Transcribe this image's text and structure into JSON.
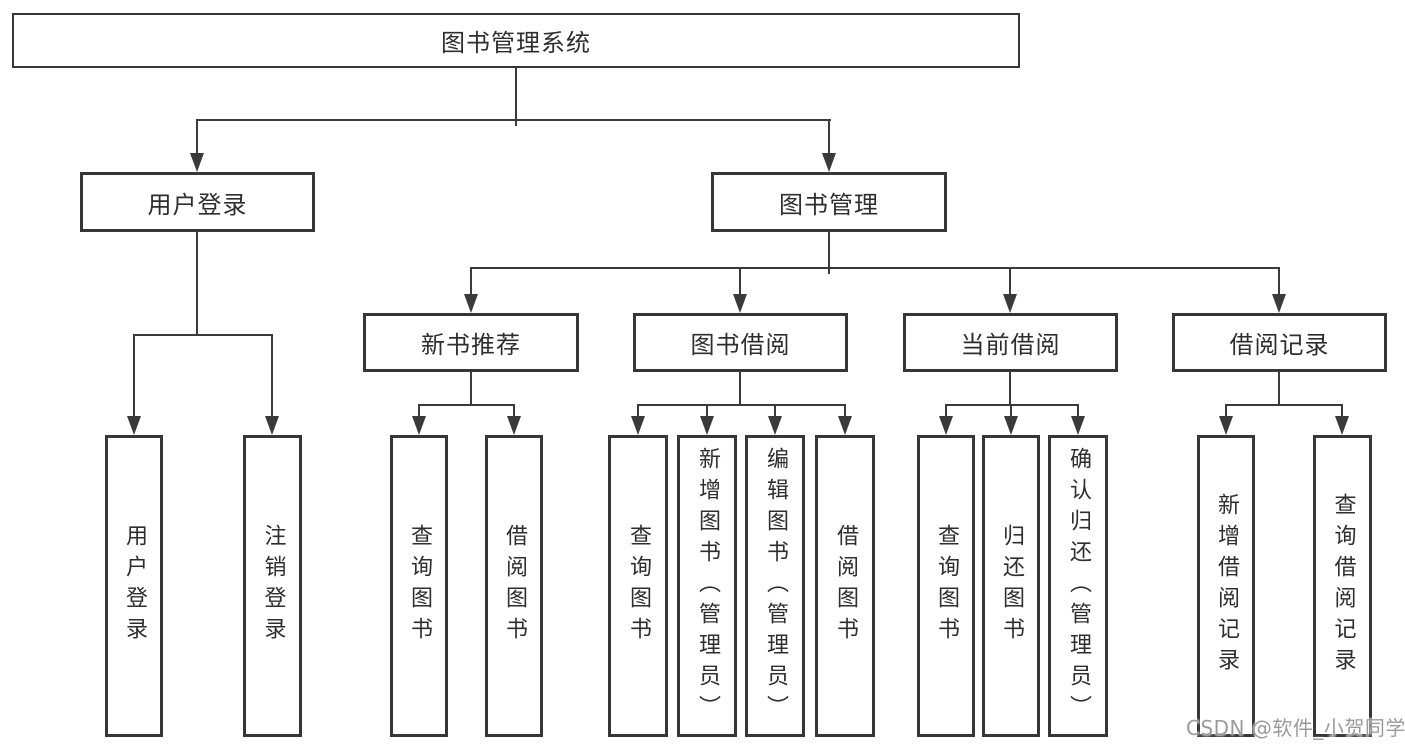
{
  "diagram_title": "图书管理系统",
  "watermark": {
    "text": "CSDN @软件_小贺同学",
    "color": "#9b9b9b"
  },
  "colors": {
    "line": "#3a3a3a",
    "box_border": "#363636",
    "box_fill": "#ffffff",
    "text": "#2e2e2e",
    "background": "#ffffff"
  },
  "tree": {
    "root": {
      "label": "图书管理系统",
      "children": [
        {
          "label": "用户登录",
          "children": [
            {
              "label": "用户登录"
            },
            {
              "label": "注销登录"
            }
          ]
        },
        {
          "label": "图书管理",
          "children": [
            {
              "label": "新书推荐",
              "children": [
                {
                  "label": "查询图书"
                },
                {
                  "label": "借阅图书"
                }
              ]
            },
            {
              "label": "图书借阅",
              "children": [
                {
                  "label": "查询图书"
                },
                {
                  "label": "新增图书（管理员）"
                },
                {
                  "label": "编辑图书（管理员）"
                },
                {
                  "label": "借阅图书"
                }
              ]
            },
            {
              "label": "当前借阅",
              "children": [
                {
                  "label": "查询图书"
                },
                {
                  "label": "归还图书"
                },
                {
                  "label": "确认归还（管理员）"
                }
              ]
            },
            {
              "label": "借阅记录",
              "children": [
                {
                  "label": "新增借阅记录"
                },
                {
                  "label": "查询借阅记录"
                }
              ]
            }
          ]
        }
      ]
    }
  }
}
